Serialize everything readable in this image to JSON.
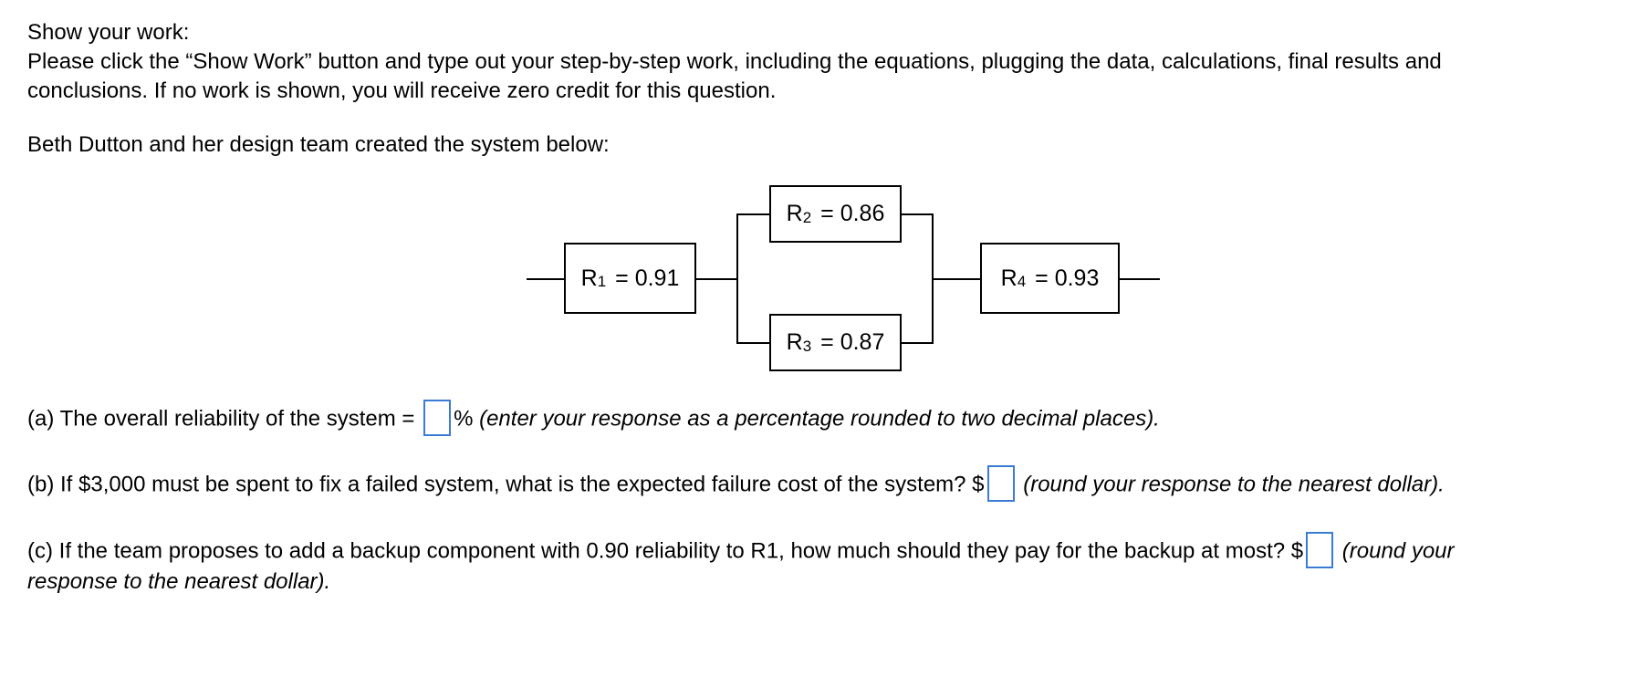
{
  "instructions": {
    "heading": "Show your work:",
    "line1": "Please click the “Show Work” button and type out your step-by-step work, including the equations, plugging the data, calculations, final results and",
    "line2": "conclusions. If no work is shown, you will receive zero credit for this question."
  },
  "intro": "Beth Dutton and her design team created the system below:",
  "diagram": {
    "components": [
      {
        "symbol": "R",
        "sub": "1",
        "equals": "= 0.91"
      },
      {
        "symbol": "R",
        "sub": "2",
        "equals": "= 0.86"
      },
      {
        "symbol": "R",
        "sub": "3",
        "equals": "= 0.87"
      },
      {
        "symbol": "R",
        "sub": "4",
        "equals": "= 0.93"
      }
    ]
  },
  "question_a": {
    "prefix": "(a) The overall reliability of the system =",
    "unit": "%",
    "hint": "(enter your response as a percentage rounded to two decimal places).",
    "value": ""
  },
  "question_b": {
    "prefix": "(b) If $3,000 must be spent to fix a failed system, what is the expected failure cost of the system? $",
    "hint": "(round your response to the nearest dollar).",
    "value": ""
  },
  "question_c": {
    "prefix": "(c) If the team proposes to add a backup component with 0.90 reliability to R1, how much should they pay for the backup at most? $",
    "hint_line1": "(round your",
    "hint_line2": "response to the nearest dollar).",
    "value": ""
  }
}
